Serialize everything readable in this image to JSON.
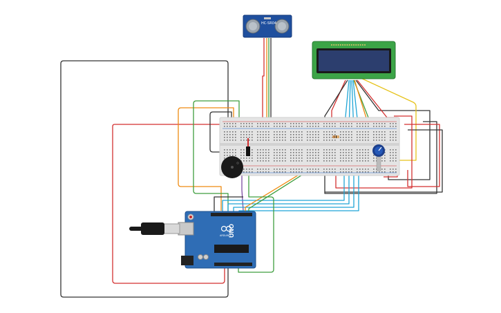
{
  "colors": {
    "breadboard": "#e6e6e6",
    "arduino": "#2f6db5",
    "lcd_body": "#3ca447",
    "lcd_screen": "#2c3e6e",
    "sensor_body": "#1f4f9e",
    "wire_black": "#333333",
    "wire_red": "#d32f2f",
    "wire_orange": "#ef8a10",
    "wire_green": "#3e9e3e",
    "wire_blue": "#1ea5d6",
    "wire_yellow": "#e6c21a",
    "wire_purple": "#7b4aa0"
  },
  "components": {
    "ultrasonic_sensor": {
      "label": "HC-SR04",
      "icon": "ultrasonic-sensor-icon"
    },
    "lcd": {
      "icon": "lcd-16x2-icon"
    },
    "breadboard": {
      "icon": "breadboard-icon"
    },
    "buzzer": {
      "icon": "piezo-buzzer-icon"
    },
    "potentiometer": {
      "icon": "potentiometer-icon"
    },
    "arduino": {
      "label": "UNO",
      "brand": "ARDUINO",
      "icon": "arduino-uno-icon"
    },
    "usb_cable": {
      "icon": "usb-cable-icon"
    }
  }
}
